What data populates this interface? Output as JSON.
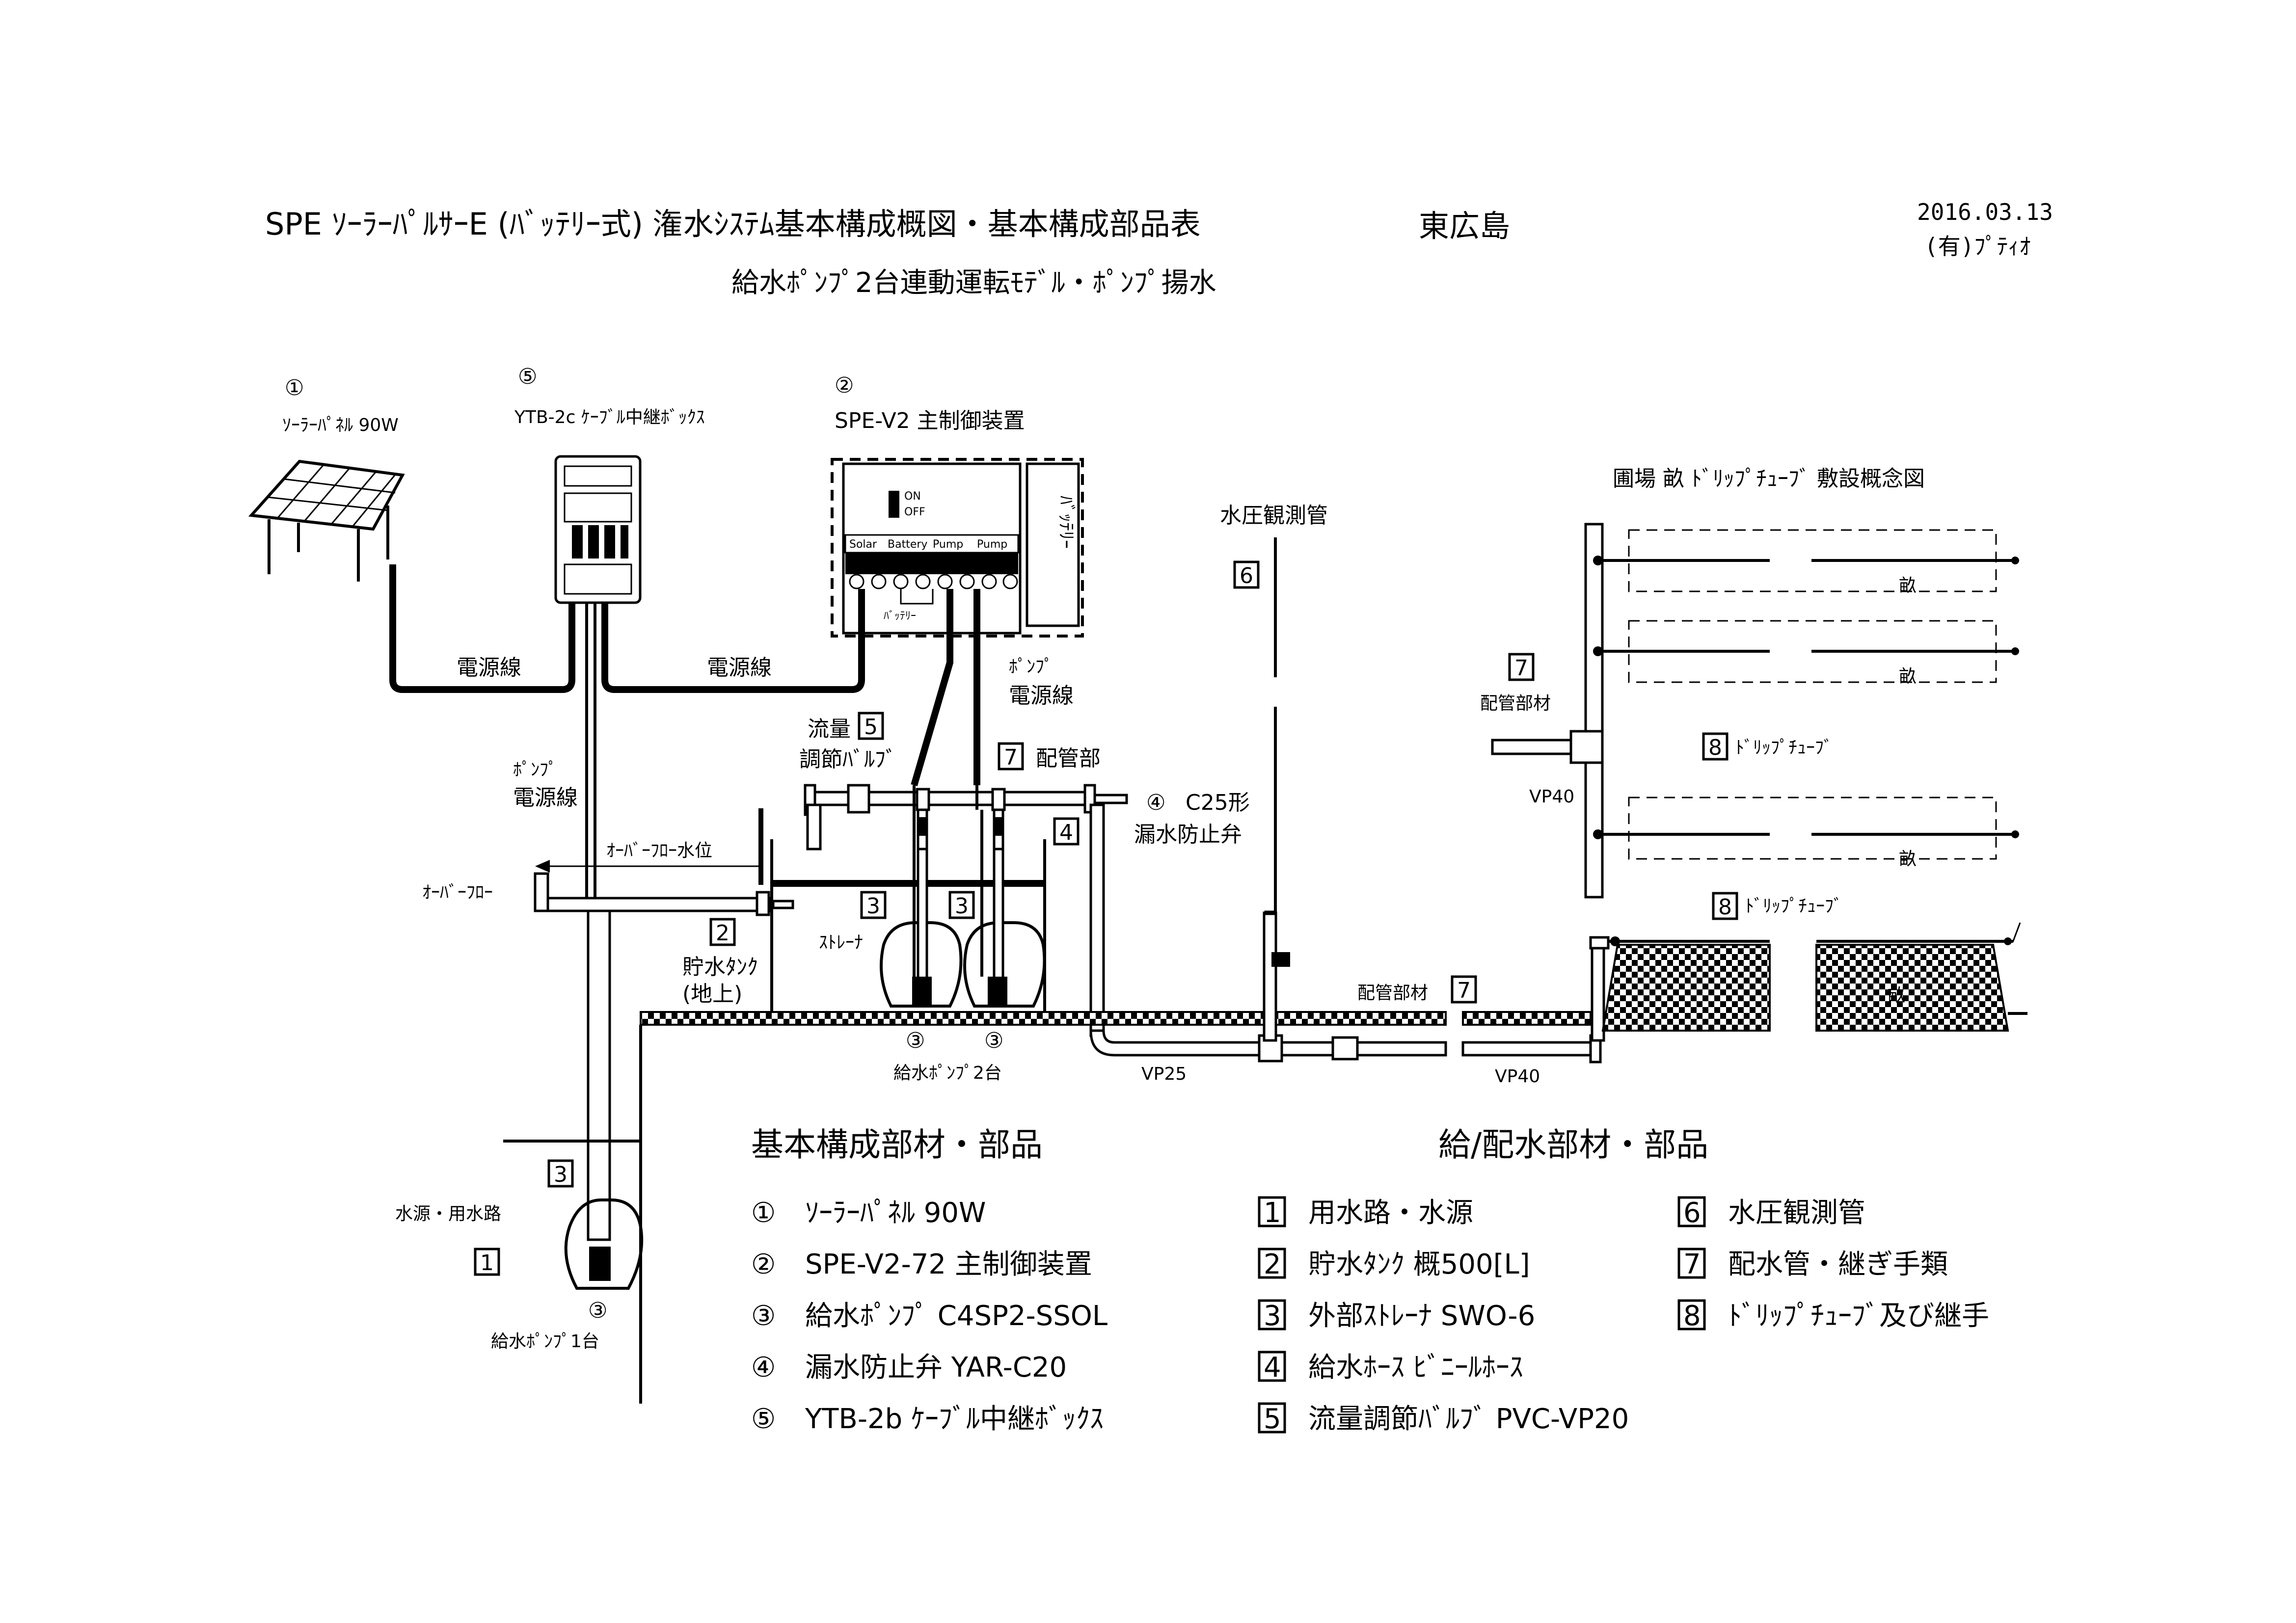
{
  "header": {
    "title": "SPE ｿｰﾗｰﾊﾟﾙｻｰE (ﾊﾞｯﾃﾘｰ式) 潅水ｼｽﾃﾑ基本構成概図・基本構成部品表",
    "location": "東広島",
    "subtitle": "給水ﾎﾟﾝﾌﾟ2台連動運転ﾓﾃﾞﾙ・ﾎﾟﾝﾌﾟ揚水",
    "date": "2016.03.13",
    "company": "(有)ﾌﾟﾃｨｵ"
  },
  "labels": {
    "solar_num": "①",
    "solar": "ｿｰﾗｰﾊﾟﾈﾙ 90W",
    "cable_box_num": "⑤",
    "cable_box": "YTB-2c ｹｰﾌﾞﾙ中継ﾎﾞｯｸｽ",
    "controller_num": "②",
    "controller": "SPE-V2  主制御装置",
    "battery": "ﾊﾞｯﾃﾘｰ",
    "battery_small": "ﾊﾞｯﾃﾘｰ",
    "switch_on": "ON",
    "switch_off": "OFF",
    "terminals": [
      "Solar",
      "Battery",
      "Pump",
      "Pump"
    ],
    "power_line": "電源線",
    "pump": "ﾎﾟﾝﾌﾟ",
    "power_line2": "電源線",
    "flow": "流量",
    "flow_valve": "調節ﾊﾞﾙﾌﾞ",
    "piping": "配管部",
    "c25": "C25形",
    "leak_valve": "漏水防止弁",
    "pressure_pipe": "水圧観測管",
    "overflow": "ｵｰﾊﾞｰﾌﾛｰ",
    "overflow_level": "ｵｰﾊﾞｰﾌﾛｰ水位",
    "tank": "貯水ﾀﾝｸ",
    "tank_ground": "(地上)",
    "strainer": "ｽﾄﾚｰﾅ",
    "pumps2": "給水ﾎﾟﾝﾌﾟ2台",
    "pump1": "給水ﾎﾟﾝﾌﾟ1台",
    "water_source": "水源・用水路",
    "vp25": "VP25",
    "vp40": "VP40",
    "vp40b": "VP40",
    "piping_material": "配管部材",
    "piping_material2": "配管部材",
    "field_title": "圃場  畝 ﾄﾞﾘｯﾌﾟﾁｭｰﾌﾞ 敷設概念図",
    "ridge": "畝",
    "drip": "ﾄﾞﾘｯﾌﾟﾁｭｰﾌﾞ",
    "circ3": "③",
    "circ4": "④",
    "sq1": "1",
    "sq2": "2",
    "sq3": "3",
    "sq4": "4",
    "sq5": "5",
    "sq6": "6",
    "sq7": "7",
    "sq8": "8"
  },
  "parts_left": {
    "heading": "基本構成部材・部品",
    "items": [
      {
        "num": "①",
        "text": "ｿｰﾗｰﾊﾟﾈﾙ  90W"
      },
      {
        "num": "②",
        "text": "SPE-V2-72 主制御装置"
      },
      {
        "num": "③",
        "text": "給水ﾎﾟﾝﾌﾟ  C4SP2-SSOL"
      },
      {
        "num": "④",
        "text": "漏水防止弁  YAR-C20"
      },
      {
        "num": "⑤",
        "text": "YTB-2b  ｹｰﾌﾞﾙ中継ﾎﾞｯｸｽ"
      }
    ]
  },
  "parts_right": {
    "heading": "給/配水部材・部品",
    "items": [
      {
        "num": "1",
        "text": "用水路・水源"
      },
      {
        "num": "2",
        "text": "貯水ﾀﾝｸ  概500[L]"
      },
      {
        "num": "3",
        "text": "外部ｽﾄﾚｰﾅ  SWO-6"
      },
      {
        "num": "4",
        "text": "給水ﾎｰｽ  ﾋﾞﾆｰﾙﾎｰｽ"
      },
      {
        "num": "5",
        "text": "流量調節ﾊﾞﾙﾌﾞ PVC-VP20"
      },
      {
        "num": "6",
        "text": "水圧観測管"
      },
      {
        "num": "7",
        "text": "配水管・継ぎ手類"
      },
      {
        "num": "8",
        "text": "ﾄﾞﾘｯﾌﾟﾁｭｰﾌﾞ及び継手"
      }
    ]
  }
}
